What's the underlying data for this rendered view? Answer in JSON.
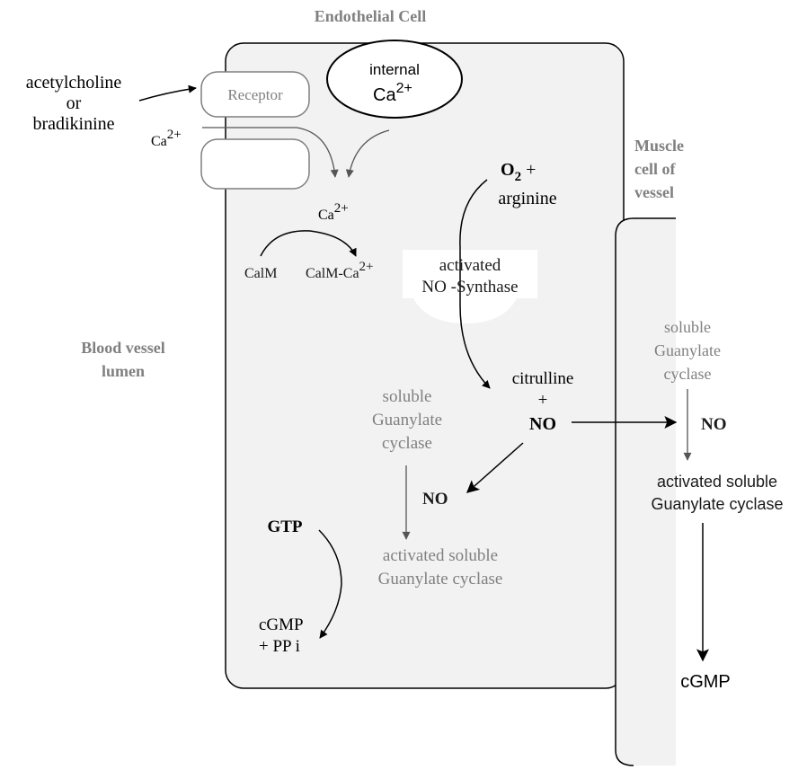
{
  "labels": {
    "endothelial_cell": "Endothelial Cell",
    "receptor": "Receptor",
    "internal": "internal",
    "ca_base": "Ca",
    "ca_charge": "2+",
    "acetylcholine": "acetylcholine",
    "or": "or",
    "bradikinine": "bradikinine",
    "muscle_line1": "Muscle",
    "muscle_line2": "cell of",
    "muscle_line3": "vessel",
    "o2_base": "O",
    "o2_sub": "2",
    "plus": "+",
    "arginine": "arginine",
    "calm": "CalM",
    "calm_ca_base": "CalM-Ca",
    "activated": "activated",
    "no_synthase": "NO -Synthase",
    "blood_vessel": "Blood vessel",
    "lumen": "lumen",
    "citrulline": "citrulline",
    "no": "NO",
    "soluble": "soluble",
    "guanylate": "Guanylate",
    "cyclase": "cyclase",
    "activated_soluble": "activated soluble",
    "guanylate_cyclase": "Guanylate cyclase",
    "gtp": "GTP",
    "cgmp": "cGMP",
    "pp_i": "+ PP i"
  },
  "colors": {
    "cell_fill": "#f2f2f2",
    "outline": "#000000",
    "grey_text": "#808080",
    "receptor_outline": "#7f7f7f"
  }
}
